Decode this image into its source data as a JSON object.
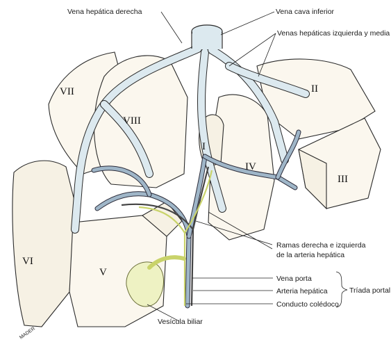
{
  "labels": {
    "vena_hepatica_derecha": "Vena hepática derecha",
    "vena_cava_inferior": "Vena cava inferior",
    "venas_hepaticas_izq_media": "Venas hepáticas izquierda y media",
    "ramas_line1": "Ramas derecha e izquierda",
    "ramas_line2": "de la arteria hepática",
    "vena_porta": "Vena porta",
    "arteria_hepatica": "Arteria hepática",
    "conducto_coledoco": "Conducto colédoco",
    "triada_portal": "Tríada portal",
    "vesicula_biliar": "Vesícula biliar"
  },
  "segments": {
    "s1": "I",
    "s2": "II",
    "s3": "III",
    "s4": "IV",
    "s5": "V",
    "s6": "VI",
    "s7": "VII",
    "s8": "VIII"
  },
  "signature": "MADER",
  "colors": {
    "vein_fill": "#dce9ef",
    "portal_fill": "#9fb6c8",
    "bile_duct": "#c9d36a",
    "gallbladder": "#e3ea9a",
    "tissue": "#fbf7ee"
  }
}
